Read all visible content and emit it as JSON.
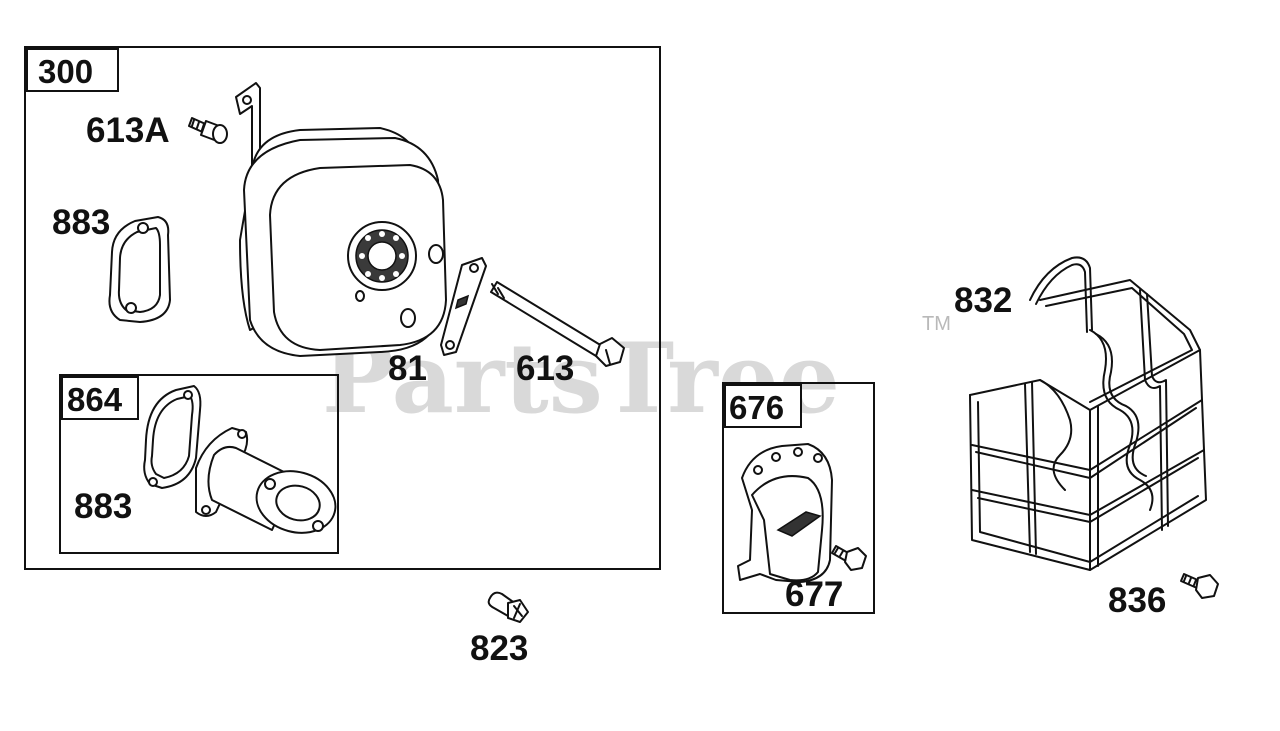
{
  "watermark": {
    "brand": "PartsTree",
    "trademark": "TM"
  },
  "boxes": {
    "muffler_assembly": "300",
    "exhaust_pipe_kit": "864",
    "deflector_kit": "676"
  },
  "parts": {
    "screw_613A": "613A",
    "gasket_883_top": "883",
    "lockplate_81": "81",
    "bolt_613": "613",
    "gasket_883_bottom": "883",
    "screw_823": "823",
    "screw_677": "677",
    "guard_832": "832",
    "screw_836": "836"
  }
}
